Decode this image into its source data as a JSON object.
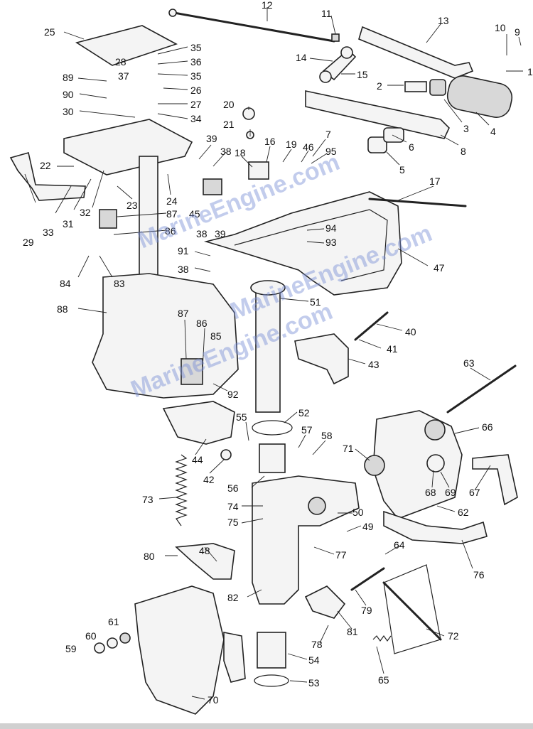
{
  "watermark": "MarineEngine.com",
  "diagram": {
    "callouts": [
      "1",
      "2",
      "3",
      "4",
      "5",
      "6",
      "7",
      "8",
      "9",
      "10",
      "11",
      "12",
      "13",
      "14",
      "15",
      "16",
      "17",
      "18",
      "19",
      "20",
      "21",
      "22",
      "23",
      "24",
      "25",
      "26",
      "27",
      "28",
      "29",
      "30",
      "31",
      "32",
      "33",
      "34",
      "35",
      "36",
      "37",
      "38",
      "39",
      "40",
      "41",
      "42",
      "43",
      "44",
      "45",
      "46",
      "47",
      "48",
      "49",
      "50",
      "51",
      "52",
      "53",
      "54",
      "55",
      "56",
      "57",
      "58",
      "59",
      "60",
      "61",
      "62",
      "63",
      "64",
      "65",
      "66",
      "67",
      "68",
      "69",
      "70",
      "71",
      "72",
      "73",
      "74",
      "75",
      "76",
      "77",
      "78",
      "79",
      "80",
      "81",
      "82",
      "83",
      "84",
      "85",
      "86",
      "87",
      "88",
      "89",
      "90",
      "91",
      "92",
      "93",
      "94",
      "95"
    ]
  }
}
